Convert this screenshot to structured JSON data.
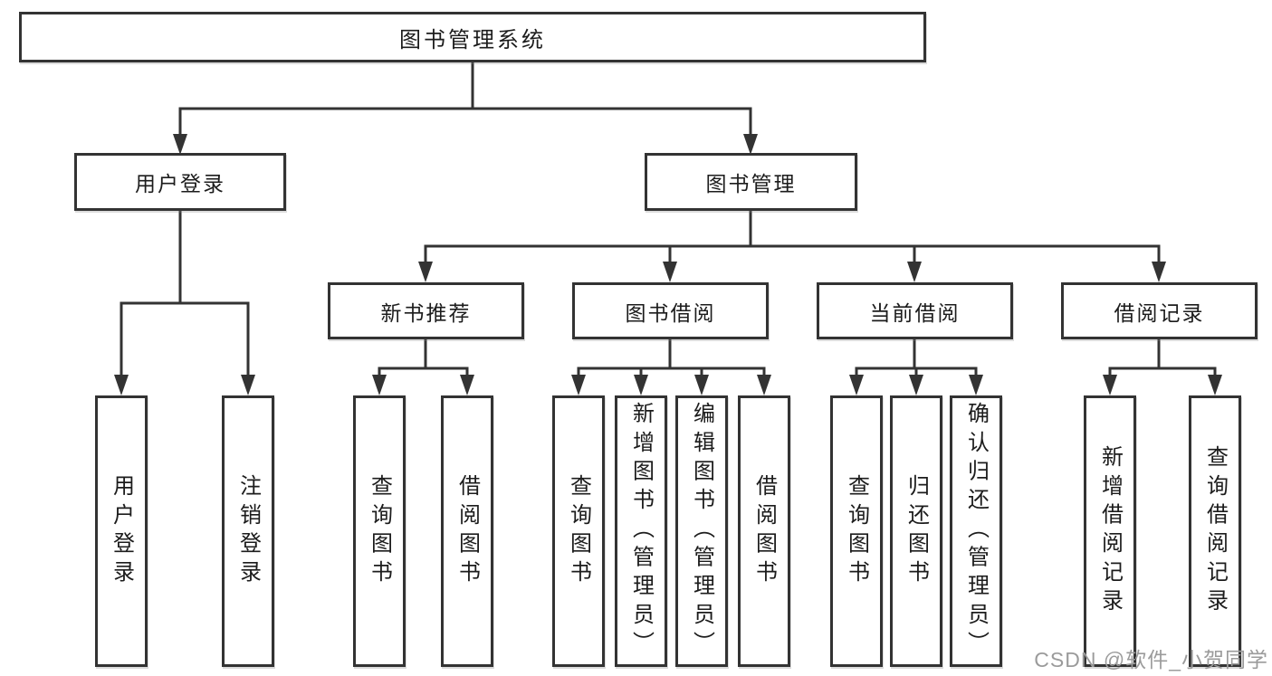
{
  "colors": {
    "line": "#333333",
    "box_border": "#333333",
    "box_fill": "#ffffff",
    "text": "#1c1c1c",
    "watermark_text_color": "#9b9b9b",
    "background": "#ffffff"
  },
  "watermark": {
    "text": "CSDN @软件_小贺同学"
  },
  "tree": {
    "label": "图书管理系统",
    "children": [
      {
        "label": "用户登录",
        "children": [
          {
            "label": "用户登录"
          },
          {
            "label": "注销登录"
          }
        ]
      },
      {
        "label": "图书管理",
        "children": [
          {
            "label": "新书推荐",
            "children": [
              {
                "label": "查询图书"
              },
              {
                "label": "借阅图书"
              }
            ]
          },
          {
            "label": "图书借阅",
            "children": [
              {
                "label": "查询图书"
              },
              {
                "label": "新增图书（管理员）"
              },
              {
                "label": "编辑图书（管理员）"
              },
              {
                "label": "借阅图书"
              }
            ]
          },
          {
            "label": "当前借阅",
            "children": [
              {
                "label": "查询图书"
              },
              {
                "label": "归还图书"
              },
              {
                "label": "确认归还（管理员）"
              }
            ]
          },
          {
            "label": "借阅记录",
            "children": [
              {
                "label": "新增借阅记录"
              },
              {
                "label": "查询借阅记录"
              }
            ]
          }
        ]
      }
    ]
  }
}
